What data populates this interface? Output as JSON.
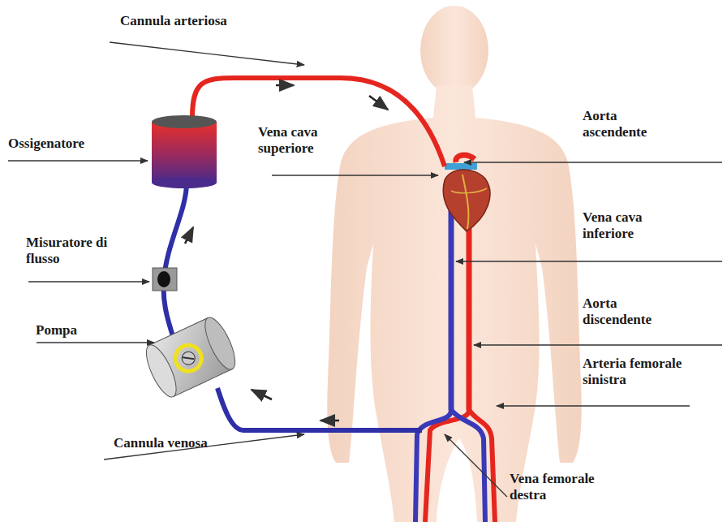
{
  "diagram": {
    "labels": [
      "Cannula arteriosa",
      "Ossigenatore",
      "Vena cava superiore",
      "Aorta ascendente",
      "Vena cava inferiore",
      "Misuratore di flusso",
      "Pompa",
      "Aorta discendente",
      "Arteria femorale sinistra",
      "Cannula venosa",
      "Vena femorale destra"
    ]
  }
}
